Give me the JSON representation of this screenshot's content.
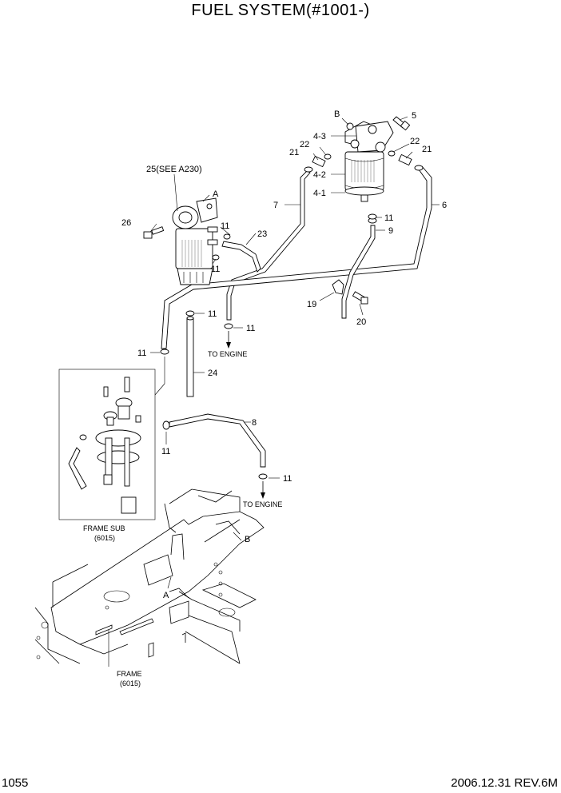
{
  "header": {
    "title": "FUEL SYSTEM(#1001-)"
  },
  "footer": {
    "page_number": "1055",
    "revision": "2006.12.31 REV.6M"
  },
  "callouts": {
    "c5": "5",
    "cB_top": "B",
    "c4_3": "4-3",
    "c22_left": "22",
    "c21_left": "21",
    "c22_right": "22",
    "c21_right": "21",
    "c4_2": "4-2",
    "c4_1": "4-1",
    "c6": "6",
    "c7": "7",
    "c25": "25(SEE A230)",
    "cA_top": "A",
    "c26": "26",
    "c11_a": "11",
    "c23": "23",
    "c11_b": "11",
    "c11_c": "11",
    "c9": "9",
    "c19": "19",
    "c20": "20",
    "c11_d": "11",
    "c11_e": "11",
    "c11_f": "11",
    "c24": "24",
    "c8": "8",
    "c11_g": "11",
    "c11_h": "11",
    "cB_bottom": "B",
    "cA_bottom": "A"
  },
  "notes": {
    "to_engine_1": "TO ENGINE",
    "to_engine_2": "TO ENGINE",
    "frame_sub": "FRAME SUB",
    "frame_sub_ref": "(6015)",
    "frame": "FRAME",
    "frame_ref": "(6015)"
  },
  "icons": [
    "arrow-down-icon"
  ]
}
